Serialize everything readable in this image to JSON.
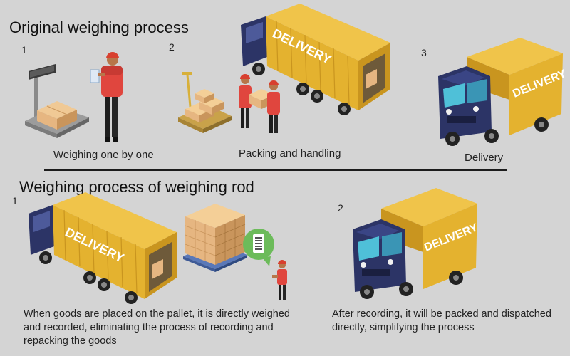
{
  "original": {
    "title": "Original weighing process",
    "steps": [
      {
        "number": "1",
        "caption": "Weighing one by one"
      },
      {
        "number": "2",
        "caption": "Packing and handling"
      },
      {
        "number": "3",
        "caption": "Delivery"
      }
    ]
  },
  "rod": {
    "title": "Weighing process of weighing rod",
    "steps": [
      {
        "number": "1",
        "description": "When goods are placed on the pallet, it is directly weighed and recorded, eliminating the process of recording and repacking the goods"
      },
      {
        "number": "2",
        "description": "After recording, it will be packed and dispatched directly, simplifying the process"
      }
    ]
  },
  "truck_label": "DELIVERY",
  "colors": {
    "background": "#d4d4d4",
    "truck_cargo": "#e4b22f",
    "truck_cab": "#2c3466",
    "worker_shirt": "#e0463e",
    "box": "#e6b681",
    "phone_bubble": "#6cbb5a"
  }
}
